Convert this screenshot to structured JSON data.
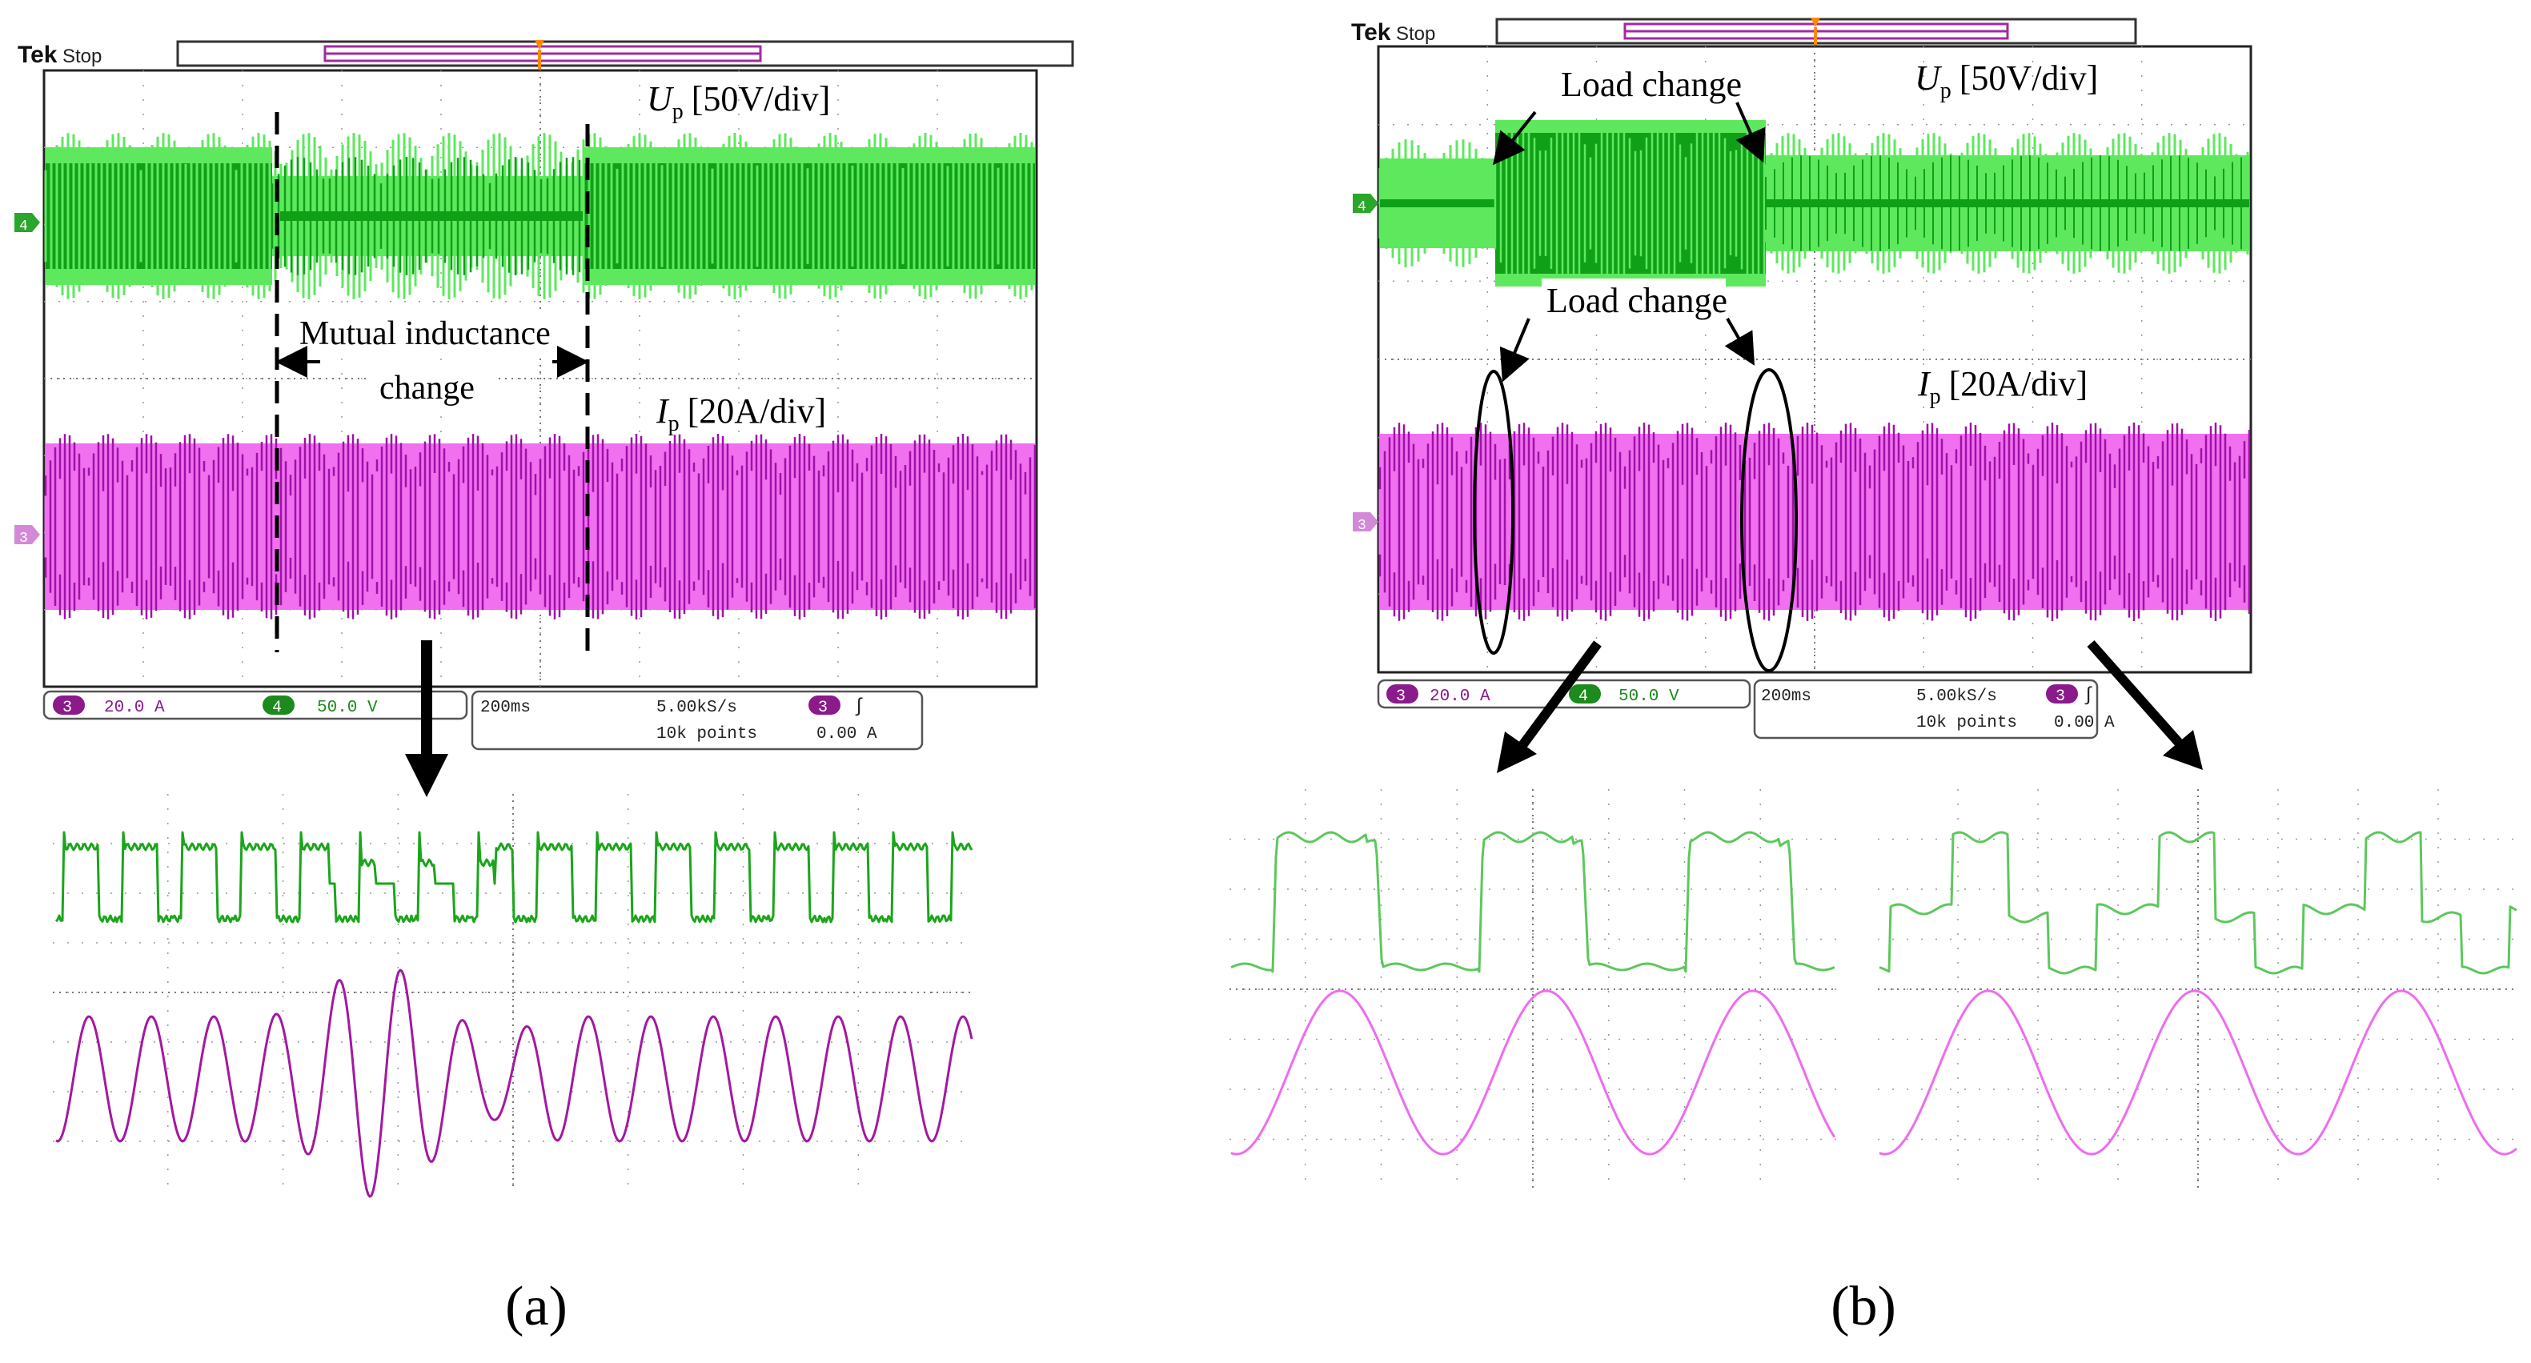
{
  "colors": {
    "green_dark": "#0fa018",
    "green_light": "#5ee85e",
    "magenta_dark": "#a010a8",
    "magenta_light": "#f070f0",
    "zoom_green": "#1ba51b",
    "zoom_magenta": "#a418a0",
    "zoom_green_b": "#5cc85c",
    "zoom_magenta_b": "#ee6cee",
    "grid": "#9a9a9a",
    "readout_purple": "#8b1a8b",
    "readout_green": "#1c8a1c"
  },
  "panel_a": {
    "caption": "(a)",
    "tek": "Tek",
    "status": "Stop",
    "ch4_marker": "4",
    "ch3_marker": "3",
    "up_sym": "U",
    "up_sub": "p",
    "up_scale": "[50V/div]",
    "ip_sym": "I",
    "ip_sub": "p",
    "ip_scale": "[20A/div]",
    "annotation_line1": "Mutual inductance",
    "annotation_line2": "change",
    "readout": {
      "ch3_num": "3",
      "ch3_value": "20.0 A",
      "ch4_num": "4",
      "ch4_value": "50.0 V",
      "timebase": "200ms",
      "sample_rate": "5.00kS/s",
      "record_length": "10k points",
      "trig_ch": "3",
      "trig_symbol": "∫",
      "trig_level": "0.00 A"
    }
  },
  "panel_b": {
    "caption": "(b)",
    "tek": "Tek",
    "status": "Stop",
    "ch4_marker": "4",
    "ch3_marker": "3",
    "up_sym": "U",
    "up_sub": "p",
    "up_scale": "[50V/div]",
    "ip_sym": "I",
    "ip_sub": "p",
    "ip_scale": "[20A/div]",
    "annotation_top": "Load change",
    "annotation_mid": "Load change",
    "readout": {
      "ch3_num": "3",
      "ch3_value": "20.0 A",
      "ch4_num": "4",
      "ch4_value": "50.0 V",
      "timebase": "200ms",
      "sample_rate": "5.00kS/s",
      "record_length": "10k points",
      "trig_ch": "3",
      "trig_symbol": "∫",
      "trig_level": "0.00 A"
    }
  },
  "chart_data": [
    {
      "type": "line",
      "panel": "a",
      "title": "",
      "series": [
        {
          "name": "Up",
          "scale": "50V/div",
          "color": "#1fb41f"
        },
        {
          "name": "Ip",
          "scale": "20A/div",
          "color": "#b020b8"
        }
      ],
      "annotations": [
        "Mutual inductance change"
      ],
      "grid": true
    },
    {
      "type": "line",
      "panel": "a-zoom",
      "series": [
        {
          "name": "Up",
          "color": "#1ba51b"
        },
        {
          "name": "Ip",
          "color": "#a418a0"
        }
      ],
      "grid": true
    },
    {
      "type": "line",
      "panel": "b",
      "series": [
        {
          "name": "Up",
          "scale": "50V/div",
          "color": "#1fb41f"
        },
        {
          "name": "Ip",
          "scale": "20A/div",
          "color": "#b020b8"
        }
      ],
      "annotations": [
        "Load change",
        "Load change"
      ],
      "grid": true
    },
    {
      "type": "line",
      "panel": "b-zoom-1",
      "series": [
        {
          "name": "Up",
          "color": "#5cc85c"
        },
        {
          "name": "Ip",
          "color": "#ee6cee"
        }
      ],
      "grid": true
    },
    {
      "type": "line",
      "panel": "b-zoom-2",
      "series": [
        {
          "name": "Up",
          "color": "#5cc85c"
        },
        {
          "name": "Ip",
          "color": "#ee6cee"
        }
      ],
      "grid": true
    }
  ]
}
